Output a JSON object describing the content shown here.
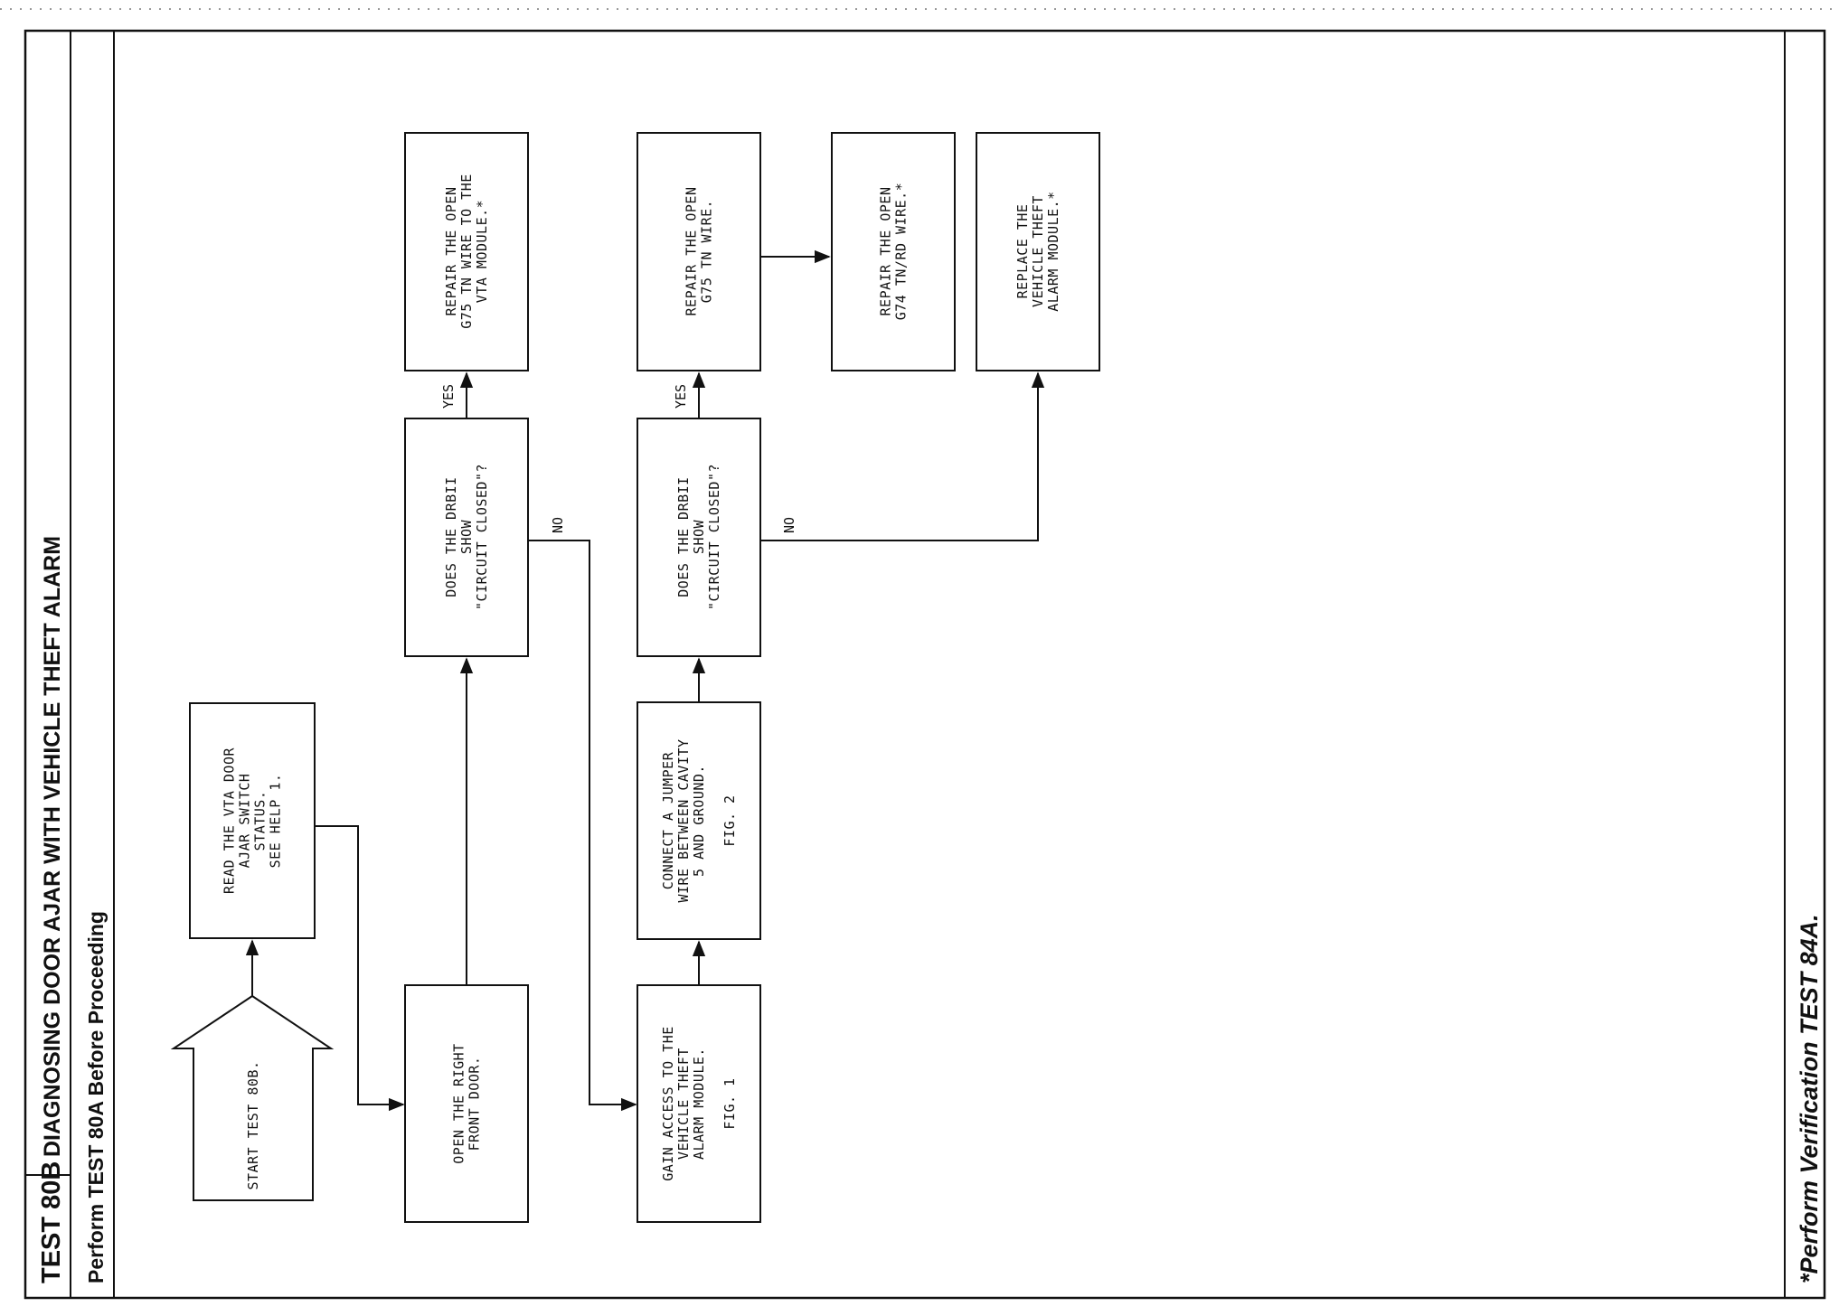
{
  "header": {
    "test_id": "TEST 80B",
    "title": "DIAGNOSING DOOR AJAR WITH VEHICLE THEFT ALARM",
    "subtitle": "Perform TEST 80A Before Proceeding"
  },
  "footer": {
    "note": "*Perform Verification TEST 84A."
  },
  "nodes": {
    "start": [
      "START TEST 80B."
    ],
    "read_status": [
      "READ THE VTA DOOR",
      "AJAR SWITCH",
      "STATUS.",
      "SEE HELP 1."
    ],
    "open_door": [
      "OPEN THE RIGHT",
      "FRONT DOOR."
    ],
    "question1": [
      "DOES THE DRBII",
      "SHOW",
      "\"CIRCUIT CLOSED\"?"
    ],
    "repair1": [
      "REPAIR THE OPEN",
      "G75 TN WIRE TO THE",
      "VTA MODULE.*"
    ],
    "gain_access": [
      "GAIN ACCESS TO THE",
      "VEHICLE THEFT",
      "ALARM MODULE.",
      "",
      "FIG. 1"
    ],
    "connect_jumper": [
      "CONNECT A JUMPER",
      "WIRE BETWEEN CAVITY",
      "5 AND GROUND.",
      "",
      "FIG. 2"
    ],
    "question2": [
      "DOES THE DRBII",
      "SHOW",
      "\"CIRCUIT CLOSED\"?"
    ],
    "repair2": [
      "REPAIR THE OPEN",
      "G75 TN WIRE."
    ],
    "repair3": [
      "REPAIR THE OPEN",
      "G74 TN/RD WIRE.*"
    ],
    "replace": [
      "REPLACE THE",
      "VEHICLE THEFT",
      "ALARM MODULE.*"
    ]
  },
  "labels": {
    "yes1": "YES",
    "no1": "NO",
    "yes2": "YES",
    "no2": "NO"
  }
}
